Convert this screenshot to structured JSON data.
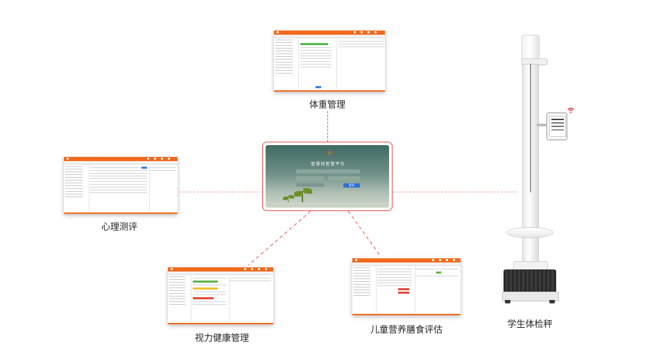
{
  "nodes": {
    "weight": "体重管理",
    "psych": "心理测评",
    "vision": "视力健康管理",
    "nutrition": "儿童营养膳食评估",
    "device": "学生体检秤"
  },
  "center": {
    "title": "智慧校医管平台",
    "login_button": "登录"
  }
}
